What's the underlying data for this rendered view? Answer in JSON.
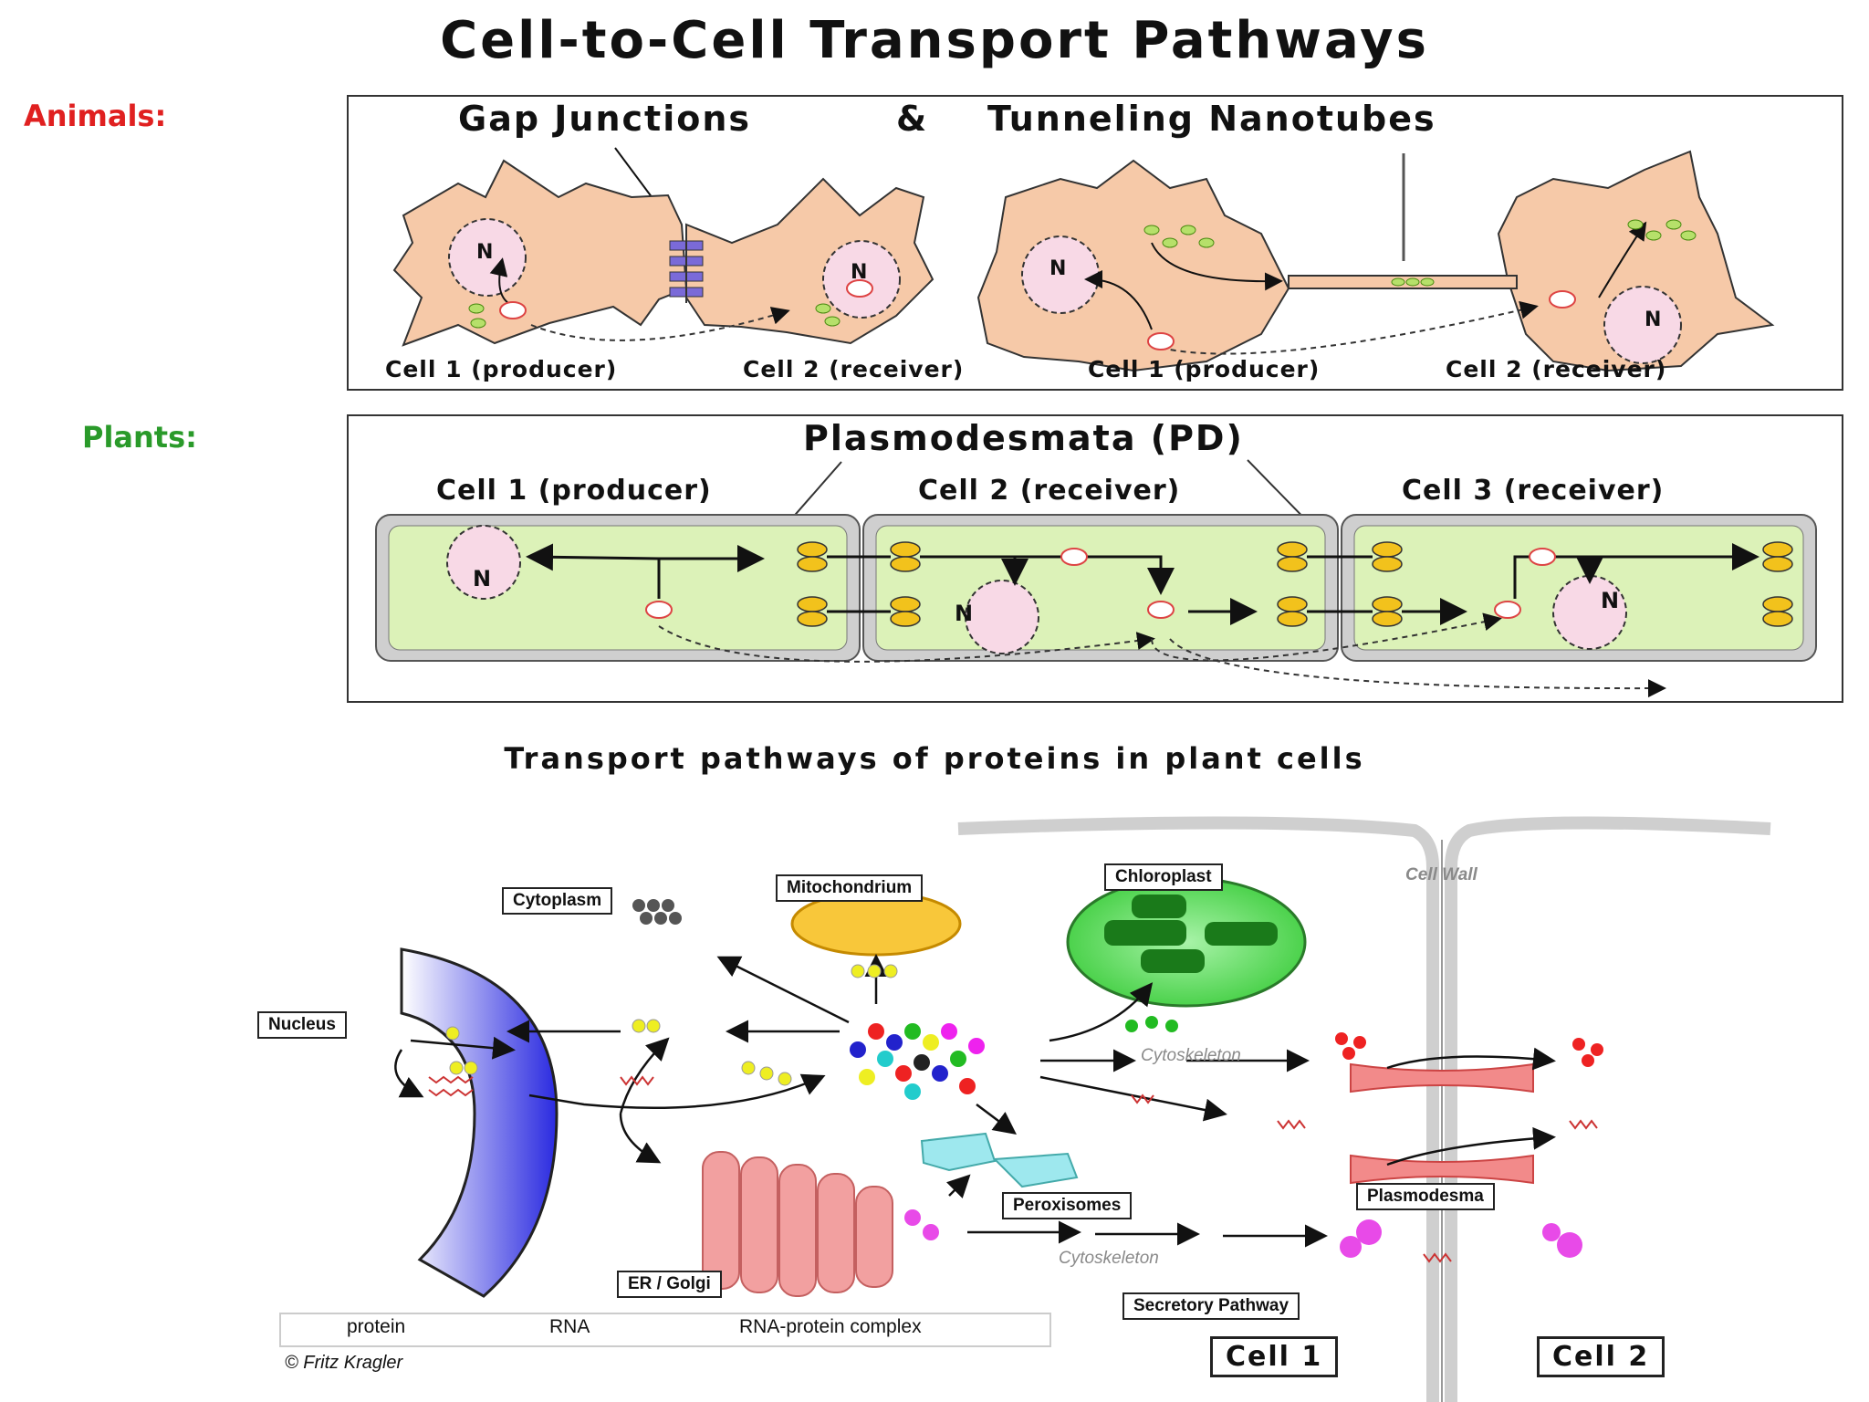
{
  "title": "Cell-to-Cell Transport Pathways",
  "animals": {
    "label": "Animals:",
    "panel_title_left": "Gap Junctions",
    "panel_title_amp": "&",
    "panel_title_right": "Tunneling Nanotubes",
    "nucleus_label": "N",
    "cells": [
      "Cell 1 (producer)",
      "Cell 2 (receiver)",
      "Cell 1 (producer)",
      "Cell 2 (receiver)"
    ]
  },
  "plants": {
    "label": "Plants:",
    "panel_title": "Plasmodesmata (PD)",
    "nucleus_label": "N",
    "cells": [
      "Cell 1 (producer)",
      "Cell 2 (receiver)",
      "Cell 3 (receiver)"
    ]
  },
  "lower": {
    "title": "Transport pathways of proteins in plant cells",
    "labels": {
      "cytoplasm": "Cytoplasm",
      "mitochondrium": "Mitochondrium",
      "chloroplast": "Chloroplast",
      "cell_wall": "Cell Wall",
      "nucleus": "Nucleus",
      "cytoskeleton_top": "Cytoskeleton",
      "peroxisomes": "Peroxisomes",
      "plasmodesma": "Plasmodesma",
      "cytoskeleton_bottom": "Cytoskeleton",
      "er_golgi": "ER / Golgi",
      "secretory": "Secretory Pathway"
    },
    "legend": {
      "protein": "protein",
      "rna": "RNA",
      "complex": "RNA-protein complex"
    },
    "cell1": "Cell 1",
    "cell2": "Cell 2",
    "credit": "© Fritz Kragler"
  },
  "colors": {
    "animals_label": "#e02020",
    "plants_label": "#2a9a2a",
    "animal_cell": "#f6c9a8",
    "plant_cell": "#dcf2b8",
    "nucleus": "#f8d9e6",
    "gap_junction": "#7a6ad8",
    "pd_channel": "#f2c21c",
    "chloroplast": "#5edb5e",
    "nucleus_blue": "#3a3ae0",
    "er": "#f2a0a0",
    "peroxisome": "#9ee8ee",
    "secretory": "#e84ae8"
  }
}
